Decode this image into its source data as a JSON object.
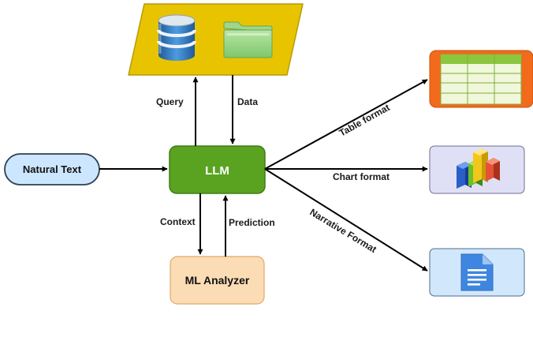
{
  "nodes": {
    "natural_text": "Natural Text",
    "llm": "LLM",
    "ml_analyzer": "ML Analyzer"
  },
  "edges": {
    "query": "Query",
    "data": "Data",
    "context": "Context",
    "prediction": "Prediction",
    "table_format": "Table format",
    "chart_format": "Chart format",
    "narrative_format": "Narrative Format"
  },
  "icons": {
    "database": "database-icon",
    "folder": "folder-icon",
    "table": "table-icon",
    "chart": "bar-chart-icon",
    "document": "document-icon"
  },
  "colors": {
    "llm_fill": "#5aa320",
    "llm_stroke": "#3f7c17",
    "natural_text_fill": "#cce6ff",
    "ml_analyzer_fill": "#fbdcb4",
    "storage_fill": "#e8c400",
    "table_frame": "#f26a1b",
    "chart_box_fill": "#dfe0f5",
    "doc_box_fill": "#d1e7fb"
  }
}
